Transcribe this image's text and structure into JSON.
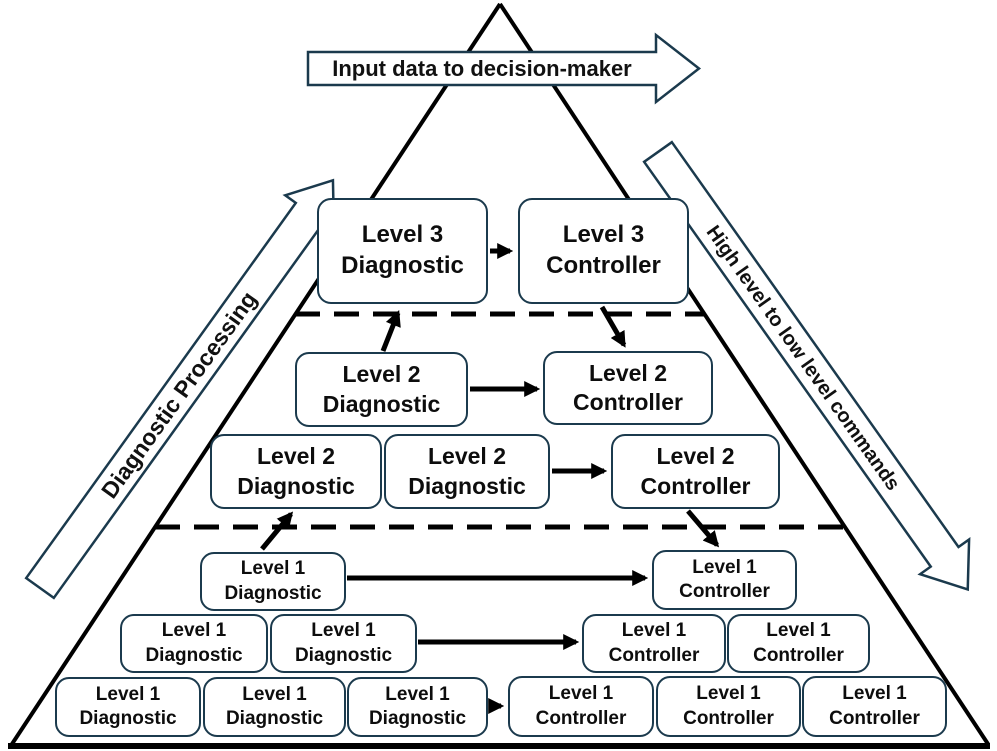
{
  "banners": {
    "top": {
      "label": "Input data to decision-maker"
    },
    "left": {
      "label": "Diagnostic Processing"
    },
    "right": {
      "label": "High level to low level commands"
    }
  },
  "boxes": [
    {
      "id": "level3-diagnostic",
      "line1": "Level 3",
      "line2": "Diagnostic"
    },
    {
      "id": "level3-controller",
      "line1": "Level 3",
      "line2": "Controller"
    },
    {
      "id": "level2-diagnostic-upper",
      "line1": "Level 2",
      "line2": "Diagnostic"
    },
    {
      "id": "level2-controller-upper",
      "line1": "Level 2",
      "line2": "Controller"
    },
    {
      "id": "level2-diagnostic-lower-1",
      "line1": "Level 2",
      "line2": "Diagnostic"
    },
    {
      "id": "level2-diagnostic-lower-2",
      "line1": "Level 2",
      "line2": "Diagnostic"
    },
    {
      "id": "level2-controller-lower",
      "line1": "Level 2",
      "line2": "Controller"
    },
    {
      "id": "level1-diagnostic-row1",
      "line1": "Level 1",
      "line2": "Diagnostic"
    },
    {
      "id": "level1-controller-row1",
      "line1": "Level 1",
      "line2": "Controller"
    },
    {
      "id": "level1-diagnostic-row2-1",
      "line1": "Level 1",
      "line2": "Diagnostic"
    },
    {
      "id": "level1-diagnostic-row2-2",
      "line1": "Level 1",
      "line2": "Diagnostic"
    },
    {
      "id": "level1-controller-row2-1",
      "line1": "Level 1",
      "line2": "Controller"
    },
    {
      "id": "level1-controller-row2-2",
      "line1": "Level 1",
      "line2": "Controller"
    },
    {
      "id": "level1-diagnostic-row3-1",
      "line1": "Level 1",
      "line2": "Diagnostic"
    },
    {
      "id": "level1-diagnostic-row3-2",
      "line1": "Level 1",
      "line2": "Diagnostic"
    },
    {
      "id": "level1-diagnostic-row3-3",
      "line1": "Level 1",
      "line2": "Diagnostic"
    },
    {
      "id": "level1-controller-row3-1",
      "line1": "Level 1",
      "line2": "Controller"
    },
    {
      "id": "level1-controller-row3-2",
      "line1": "Level 1",
      "line2": "Controller"
    },
    {
      "id": "level1-controller-row3-3",
      "line1": "Level 1",
      "line2": "Controller"
    }
  ],
  "colors": {
    "outline": "#1b3a4d",
    "line": "#000000",
    "box_fill": "#ffffff",
    "text": "#0d0d0d"
  }
}
